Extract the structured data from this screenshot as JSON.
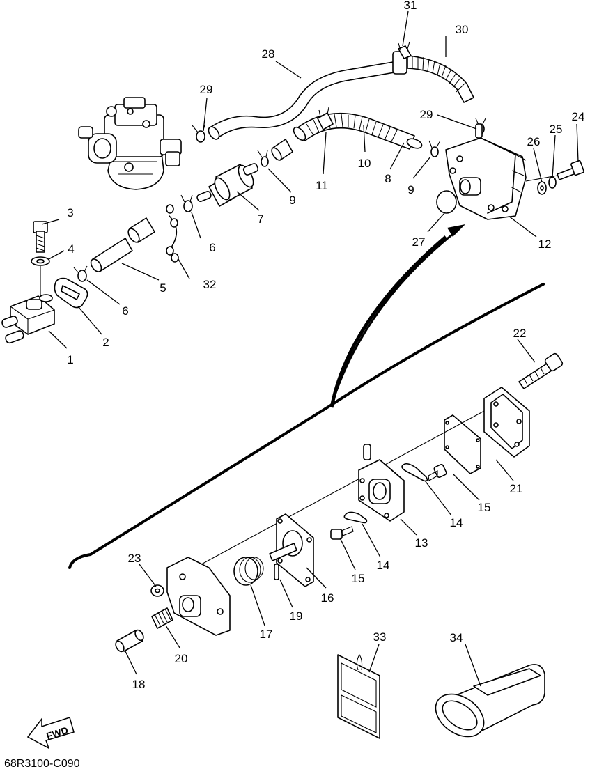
{
  "diagram_code": "68R3100-C090",
  "fwd_label": "FWD",
  "callouts": [
    {
      "id": "c1",
      "label": "1"
    },
    {
      "id": "c2",
      "label": "2"
    },
    {
      "id": "c3",
      "label": "3"
    },
    {
      "id": "c4",
      "label": "4"
    },
    {
      "id": "c5",
      "label": "5"
    },
    {
      "id": "c6a",
      "label": "6"
    },
    {
      "id": "c6b",
      "label": "6"
    },
    {
      "id": "c7",
      "label": "7"
    },
    {
      "id": "c8",
      "label": "8"
    },
    {
      "id": "c9a",
      "label": "9"
    },
    {
      "id": "c9b",
      "label": "9"
    },
    {
      "id": "c10",
      "label": "10"
    },
    {
      "id": "c11",
      "label": "11"
    },
    {
      "id": "c12",
      "label": "12"
    },
    {
      "id": "c13",
      "label": "13"
    },
    {
      "id": "c14a",
      "label": "14"
    },
    {
      "id": "c14b",
      "label": "14"
    },
    {
      "id": "c15a",
      "label": "15"
    },
    {
      "id": "c15b",
      "label": "15"
    },
    {
      "id": "c16",
      "label": "16"
    },
    {
      "id": "c17",
      "label": "17"
    },
    {
      "id": "c18",
      "label": "18"
    },
    {
      "id": "c19",
      "label": "19"
    },
    {
      "id": "c20",
      "label": "20"
    },
    {
      "id": "c21",
      "label": "21"
    },
    {
      "id": "c22",
      "label": "22"
    },
    {
      "id": "c23",
      "label": "23"
    },
    {
      "id": "c24",
      "label": "24"
    },
    {
      "id": "c25",
      "label": "25"
    },
    {
      "id": "c26",
      "label": "26"
    },
    {
      "id": "c27",
      "label": "27"
    },
    {
      "id": "c28",
      "label": "28"
    },
    {
      "id": "c29a",
      "label": "29"
    },
    {
      "id": "c29b",
      "label": "29"
    },
    {
      "id": "c30",
      "label": "30"
    },
    {
      "id": "c31",
      "label": "31"
    },
    {
      "id": "c32",
      "label": "32"
    },
    {
      "id": "c33",
      "label": "33"
    },
    {
      "id": "c34",
      "label": "34"
    }
  ]
}
